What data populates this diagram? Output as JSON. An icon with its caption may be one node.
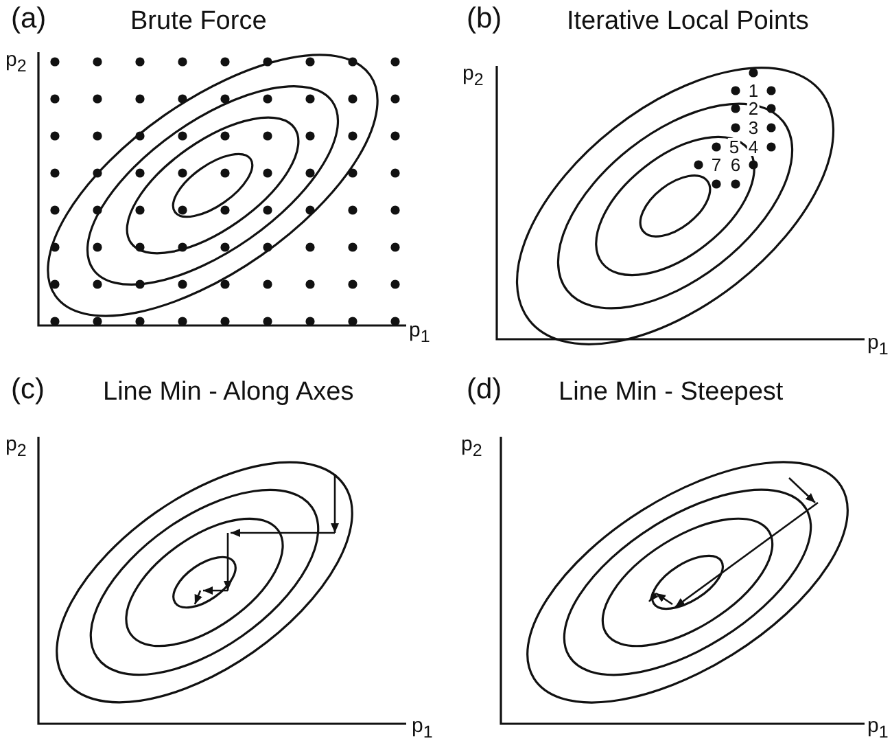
{
  "diagram": {
    "labels": [
      "(a)",
      "Brute Force",
      "p$_{2}$",
      "p$_{1}$",
      "(b)",
      "Iterative Local Points",
      "p$_{2}$",
      "1",
      "2",
      "3",
      "5",
      "4",
      "7",
      "6",
      "p$_{1}$",
      "(c)",
      "Line Min - Along Axes",
      "p$_{2}$",
      "p$_{1}$",
      "(d)",
      "Line Min - Steepest",
      "p$_{2}$",
      "p$_{1}$"
    ]
  }
}
